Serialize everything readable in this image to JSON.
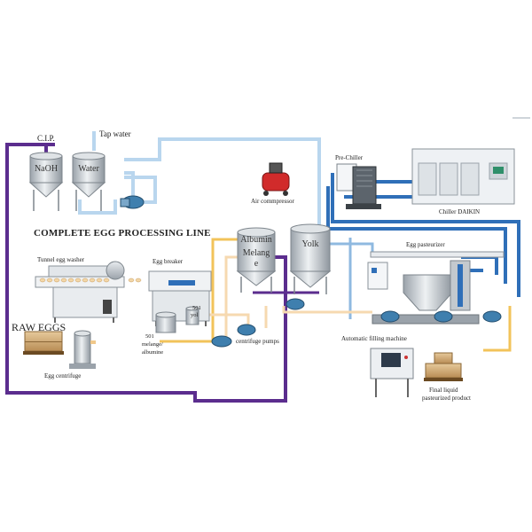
{
  "title": "COMPLETE EGG PROCESSING LINE",
  "labels": {
    "cip": "C.I.P.",
    "tap_water": "Tap water",
    "naoh": "NaOH",
    "water": "Water",
    "air_compressor": "Air commpressor",
    "pre_chiller": "Pre-Chiller",
    "chiller": "Chiller DAIKIN",
    "albumin": "Albumin",
    "melange_line1": "Melang",
    "melange_line2": "e",
    "yolk": "Yolk",
    "tunnel_washer": "Tunnel egg washer",
    "egg_breaker": "Egg breaker",
    "egg_pasteurizer": "Egg pasteurizer",
    "raw_eggs": "RAW EGGS",
    "egg_centrifuge": "Egg centrifuge",
    "tank_501_left_line1": "501",
    "tank_501_left_line2": "melange/",
    "tank_501_left_line3": "albumine",
    "tank_501_right_line1": "501",
    "tank_501_right_line2": "yol",
    "centrifuge_pumps": "centrifuge pumps",
    "filling_machine": "Automatic filling machine",
    "final_product_line1": "Final liquid",
    "final_product_line2": "pasteurized product"
  },
  "colors": {
    "chemical_line": "#5b2d8e",
    "water_line": "#b9d6ee",
    "chilled_line": "#2f6fb8",
    "product_line": "#f2c35a",
    "melange_line": "#f6d9b0",
    "tank_steel": "#c9ced3",
    "pump": "#3f7fae",
    "chiller_body": "#e8ebee",
    "crates": "#d9b98a"
  },
  "icons": [
    "air-compressor-icon",
    "pump-icon",
    "tank-icon",
    "chiller-icon",
    "control-panel-icon"
  ]
}
